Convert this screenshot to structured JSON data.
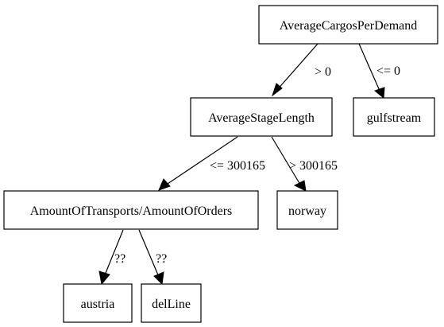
{
  "nodes": {
    "root": "AverageCargosPerDemand",
    "stage_length": "AverageStageLength",
    "gulfstream": "gulfstream",
    "transports_orders": "AmountOfTransports/AmountOfOrders",
    "norway": "norway",
    "austria": "austria",
    "delline": "delLine"
  },
  "edges": {
    "root_to_stage_length": "> 0",
    "root_to_gulfstream": "<= 0",
    "stage_length_to_transports": "<= 300165",
    "stage_length_to_norway": "> 300165",
    "transports_to_austria": "??",
    "transports_to_delline": "??"
  }
}
